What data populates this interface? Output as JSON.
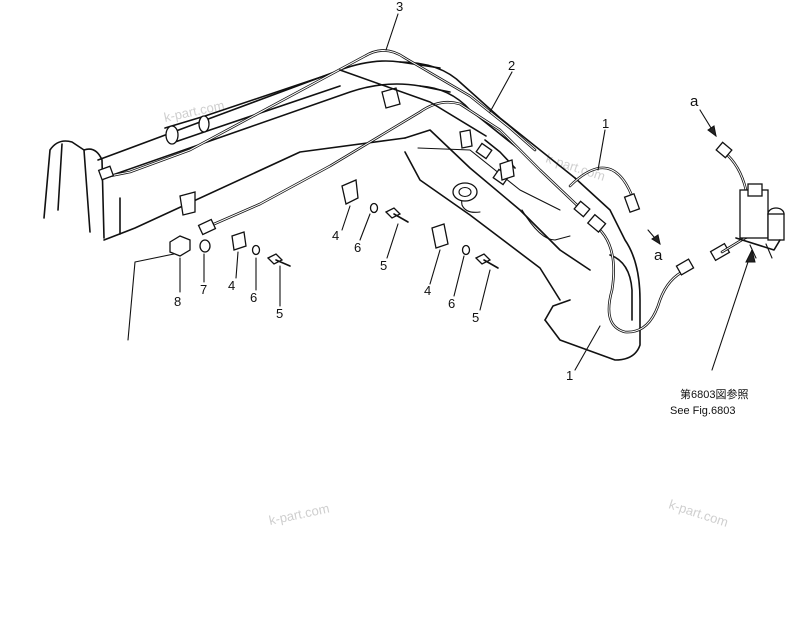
{
  "callouts": {
    "c1a": "1",
    "c1b": "1",
    "c2": "2",
    "c3": "3",
    "c4a": "4",
    "c4b": "4",
    "c4c": "4",
    "c5a": "5",
    "c5b": "5",
    "c5c": "5",
    "c6a": "6",
    "c6b": "6",
    "c6c": "6",
    "c7": "7",
    "c8": "8",
    "a_top": "a",
    "a_mid": "a"
  },
  "reference": {
    "jp": "第6803図参照",
    "en": "See Fig.6803"
  },
  "watermarks": {
    "w1": "k-part.com",
    "w2": "k-part.com",
    "w3": "k-part.com",
    "w4": "k-part.com"
  }
}
